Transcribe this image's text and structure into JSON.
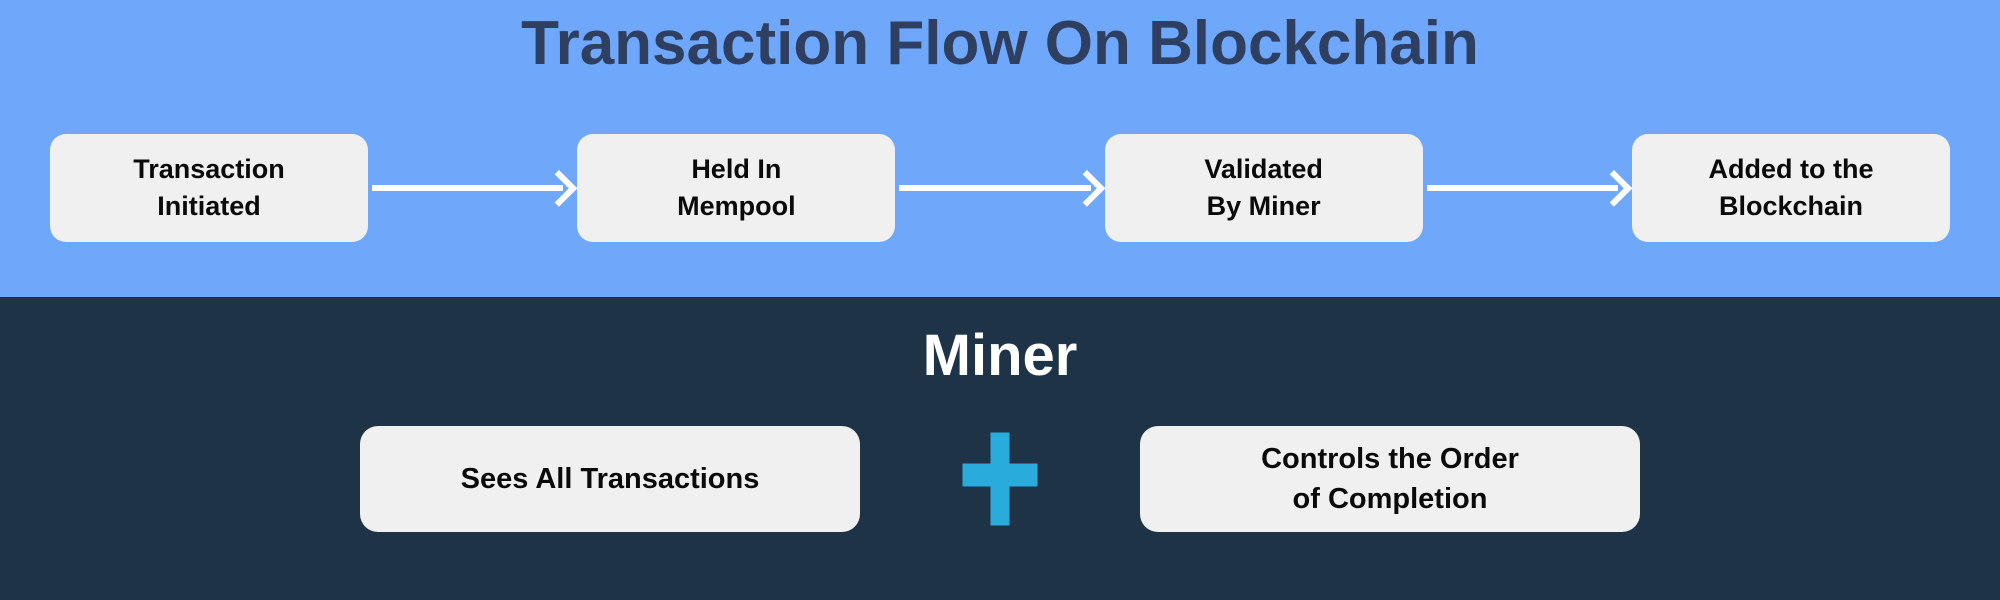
{
  "colors": {
    "top_background": "#6fa8fb",
    "bottom_background": "#1e3346",
    "box_fill": "#f0f0f0",
    "box_text": "#0a0a0a",
    "title_text": "#2f3f61",
    "miner_title_text": "#ffffff",
    "arrow": "#ffffff",
    "plus_fill": "#29abdc",
    "plus_stroke": "#1e3346"
  },
  "top": {
    "title": "Transaction Flow On Blockchain",
    "steps": [
      {
        "line1": "Transaction",
        "line2": "Initiated"
      },
      {
        "line1": "Held In",
        "line2": "Mempool"
      },
      {
        "line1": "Validated",
        "line2": "By Miner"
      },
      {
        "line1": "Added to the",
        "line2": "Blockchain"
      }
    ],
    "connector_icon": "arrow-right-icon"
  },
  "bottom": {
    "title": "Miner",
    "capabilities": [
      {
        "line1": "Sees All Transactions",
        "line2": ""
      },
      {
        "line1": "Controls the Order",
        "line2": "of Completion"
      }
    ],
    "combiner_icon": "plus-icon"
  }
}
